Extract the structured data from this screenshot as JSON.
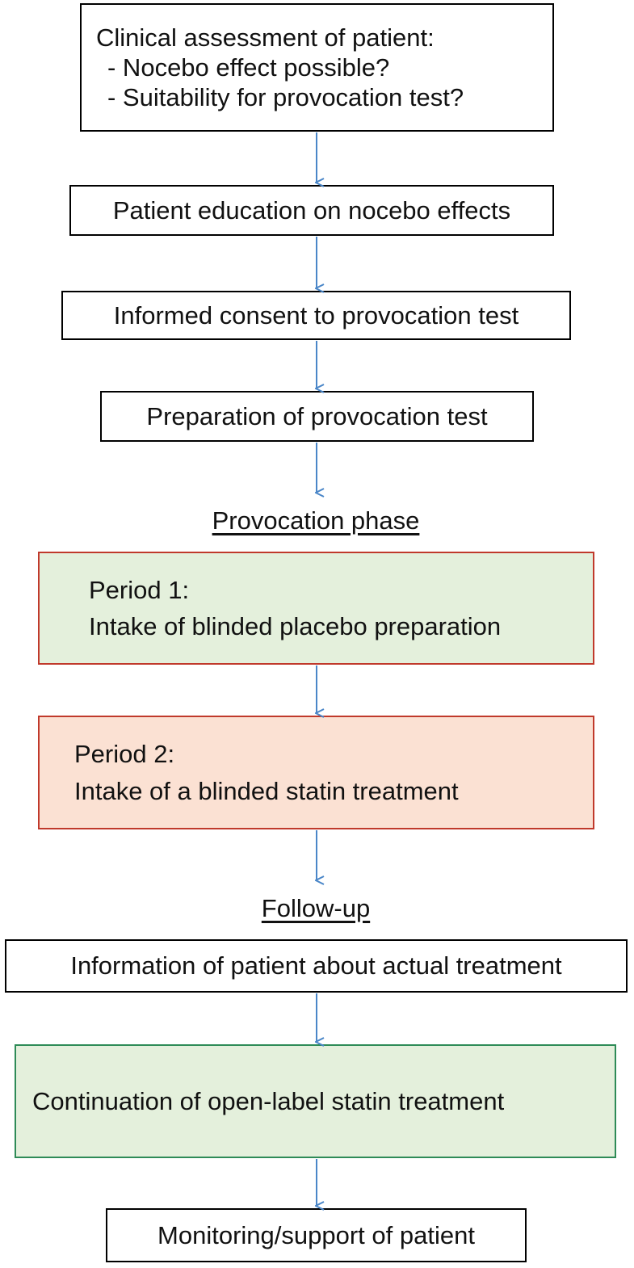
{
  "boxes": {
    "assessment": {
      "title": "Clinical assessment of patient:",
      "line1": "- Nocebo effect possible?",
      "line2": "- Suitability for provocation test?"
    },
    "education": "Patient education on nocebo effects",
    "consent": "Informed consent to provocation test",
    "preparation": "Preparation of provocation test",
    "period1": {
      "title": "Period 1:",
      "text": "Intake of blinded placebo preparation"
    },
    "period2": {
      "title": "Period 2:",
      "text": "Intake of a blinded statin treatment"
    },
    "information": "Information of patient about actual treatment",
    "continuation": "Continuation of open-label statin treatment",
    "monitoring": "Monitoring/support of patient"
  },
  "headings": {
    "provocation_phase": "Provocation phase",
    "follow_up": "Follow-up"
  },
  "colors": {
    "arrow": "#4a86c8",
    "green_fill": "#e4f0dc",
    "salmon_fill": "#fbe1d3",
    "red_border": "#c0392b",
    "green_border": "#2e8b57"
  }
}
